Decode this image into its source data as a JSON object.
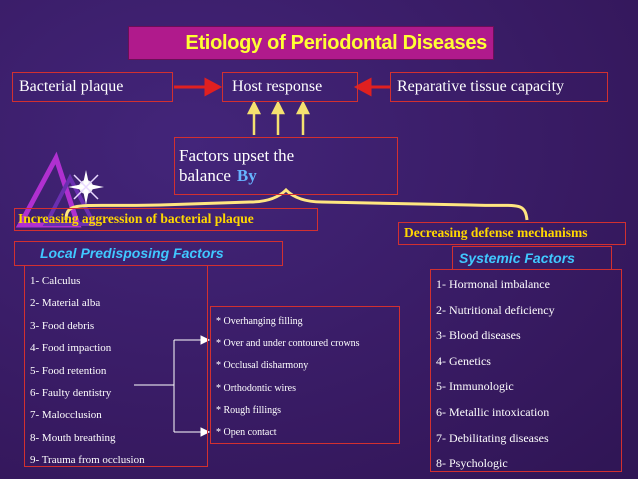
{
  "title": "Etiology of Periodontal Diseases",
  "top_row": {
    "left": "Bacterial plaque",
    "center": "Host response",
    "right": "Reparative tissue capacity"
  },
  "factors_box": {
    "line1": "Factors upset the",
    "line2": "balance",
    "by": "By"
  },
  "left_branch": {
    "label": "Increasing aggression of bacterial plaque",
    "heading": "Local Predisposing Factors",
    "items": [
      "1- Calculus",
      "2- Material alba",
      "3- Food debris",
      "4- Food impaction",
      "5- Food retention",
      "6- Faulty dentistry",
      "7- Malocclusion",
      "8- Mouth breathing",
      "9- Trauma from occlusion"
    ],
    "sub_items": [
      "* Overhanging filling",
      "* Over and under contoured crowns",
      "* Occlusal disharmony",
      "* Orthodontic wires",
      "* Rough fillings",
      "* Open contact"
    ]
  },
  "right_branch": {
    "label": "Decreasing defense mechanisms",
    "heading": "Systemic Factors",
    "items": [
      "1- Hormonal imbalance",
      "2- Nutritional deficiency",
      "3- Blood diseases",
      "4- Genetics",
      "5- Immunologic",
      "6- Metallic intoxication",
      "7- Debilitating diseases",
      "8- Psychologic"
    ]
  },
  "colors": {
    "background": "#3a1f66",
    "title_bg": "#b01a8c",
    "title_text": "#ffff33",
    "border": "#d23030",
    "arrow_red": "#e02020",
    "brace_yellow": "#ffe680",
    "label_yellow": "#ffd700",
    "heading_blue": "#40c8ff",
    "by_blue": "#66b3ff"
  }
}
